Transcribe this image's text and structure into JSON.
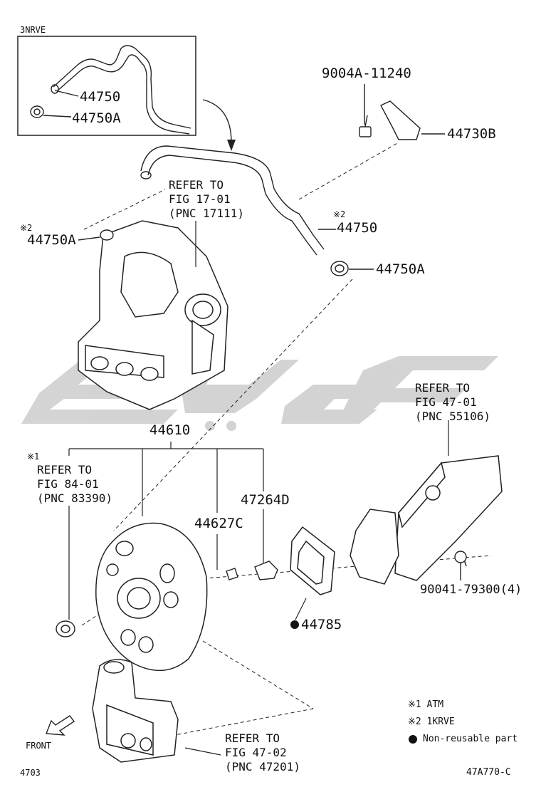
{
  "inset": {
    "label": "3NRVE",
    "part_1": "44750",
    "part_2": "44750A"
  },
  "parts": {
    "bolt": "9004A-11240",
    "bracket": "44730B",
    "hose_note": "※2",
    "hose": "44750",
    "clamp_right": "44750A",
    "clamp_left_note": "※2",
    "clamp_left": "44750A",
    "booster": "44610",
    "check_valve": "44627C",
    "union": "47264D",
    "gasket": "44785",
    "nut": "90041-79300(4)"
  },
  "refs": {
    "ref_17": "REFER TO\nFIG 17-01\n(PNC 17111)",
    "ref_84_note": "※1",
    "ref_84": "REFER TO\nFIG 84-01\n(PNC 83390)",
    "ref_47_01": "REFER TO\nFIG 47-01\n(PNC 55106)",
    "ref_47_02": "REFER TO\nFIG 47-02\n(PNC 47201)"
  },
  "legend": {
    "note_1": "※1 ATM",
    "note_2": "※2 1KRVE",
    "note_3": "Non-reusable part"
  },
  "footer": {
    "front_label": "FRONT",
    "page_code": "4703",
    "figure_code": "47A770-C"
  },
  "watermark": {
    "color": "#c8c8c8"
  }
}
